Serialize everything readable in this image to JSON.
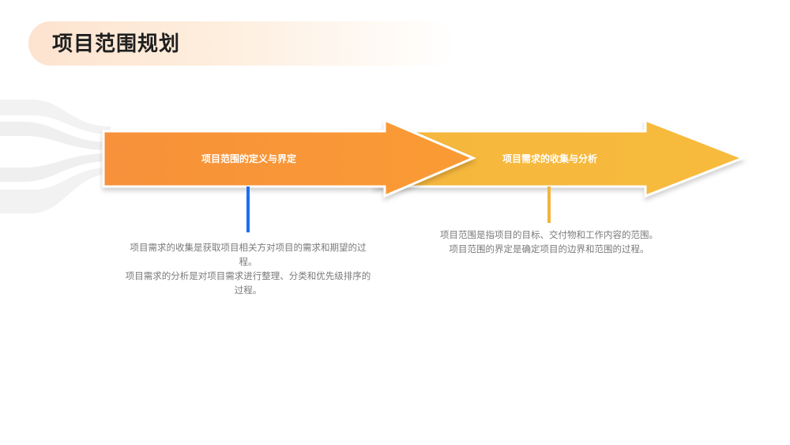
{
  "title": "项目范围规划",
  "steps": [
    {
      "label": "项目范围的定义与界定",
      "lines": [
        "项目需求的收集是获取项目相关方对项目的需求和期望的过程。",
        "项目需求的分析是对项目需求进行整理、分类和优先级排序的过程。"
      ]
    },
    {
      "label": "项目需求的收集与分析",
      "lines": [
        "项目范围是指项目的目标、交付物和工作内容的范围。",
        "项目范围的界定是确定项目的边界和范围的过程。"
      ]
    }
  ],
  "colors": {
    "arrow1_start": "#f7913a",
    "arrow1_end": "#fa9b35",
    "arrow2_start": "#f5b63d",
    "arrow2_end": "#f7bb3c",
    "stem1": "#1a6ff0",
    "stem2": "#f2b53a",
    "title_pill": "#fde3cf"
  }
}
